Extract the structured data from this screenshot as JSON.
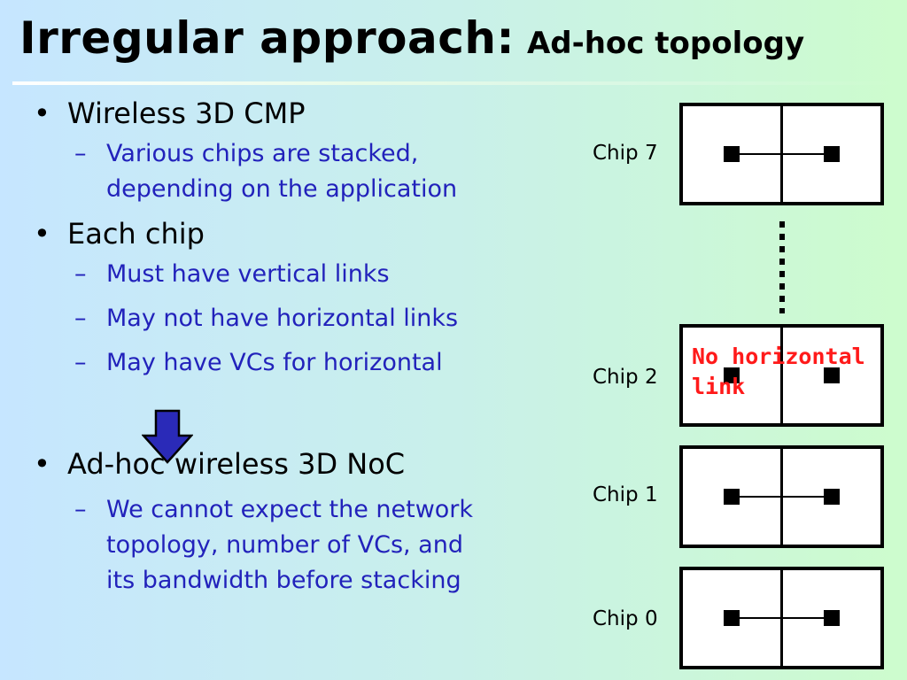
{
  "slide": {
    "title": "Irregular approach:",
    "subtitle": "Ad-hoc topology"
  },
  "bullets": [
    {
      "text": "Wireless 3D CMP",
      "subs": [
        "Various chips are stacked,",
        "depending on the application"
      ]
    },
    {
      "text": "Each chip",
      "subs": [
        "Must have vertical links",
        "May not have horizontal links",
        "May have VCs for horizontal"
      ]
    },
    {
      "text": "Ad-hoc wireless 3D NoC",
      "subs": [
        "We cannot expect the network",
        "topology, number of VCs, and",
        "its bandwidth before stacking"
      ]
    }
  ],
  "bullet_glyph": "•",
  "sub_glyph": "–",
  "diagram": {
    "chips": [
      {
        "label": "Chip 7",
        "horizontal_link": true
      },
      {
        "label": "Chip 2",
        "horizontal_link": false
      },
      {
        "label": "Chip 1",
        "horizontal_link": true
      },
      {
        "label": "Chip 0",
        "horizontal_link": true
      }
    ],
    "note_line1": "No horizontal",
    "note_line2": "link"
  },
  "colors": {
    "sub_text": "#2222bb",
    "note": "#ff1a1a",
    "arrow_fill": "#2a2ab8",
    "background_left": "#c6e6ff",
    "background_right": "#cdfccd"
  },
  "icons": {
    "down_arrow": "down-arrow-icon"
  }
}
